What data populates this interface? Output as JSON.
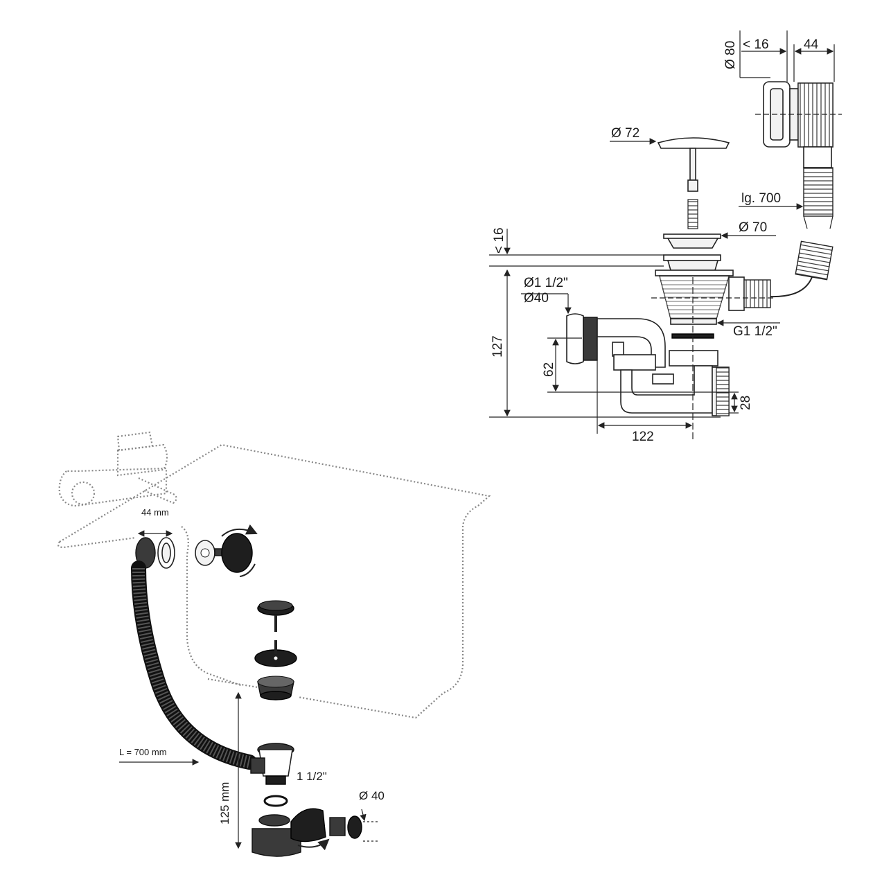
{
  "technical_drawing": {
    "dimensions": {
      "overflow_diameter": "Ø 80",
      "overflow_depth": "< 16",
      "overflow_width": "44",
      "plug_diameter": "Ø 72",
      "hose_length": "lg. 700",
      "flange_thickness": "< 16",
      "flange_diameter": "Ø 70",
      "outlet_thread_inch": "Ø1 1/2\"",
      "outlet_diameter": "Ø40",
      "total_height": "127",
      "body_thread": "G1 1/2\"",
      "outlet_height": "62",
      "trap_clearance": "28",
      "horizontal_offset": "122"
    }
  },
  "installation_view": {
    "labels": {
      "overflow_width": "44 mm",
      "hose_length": "L = 700 mm",
      "trap_height": "125 mm",
      "thread_size": "1 1/2\"",
      "outlet_diameter": "Ø 40"
    }
  }
}
